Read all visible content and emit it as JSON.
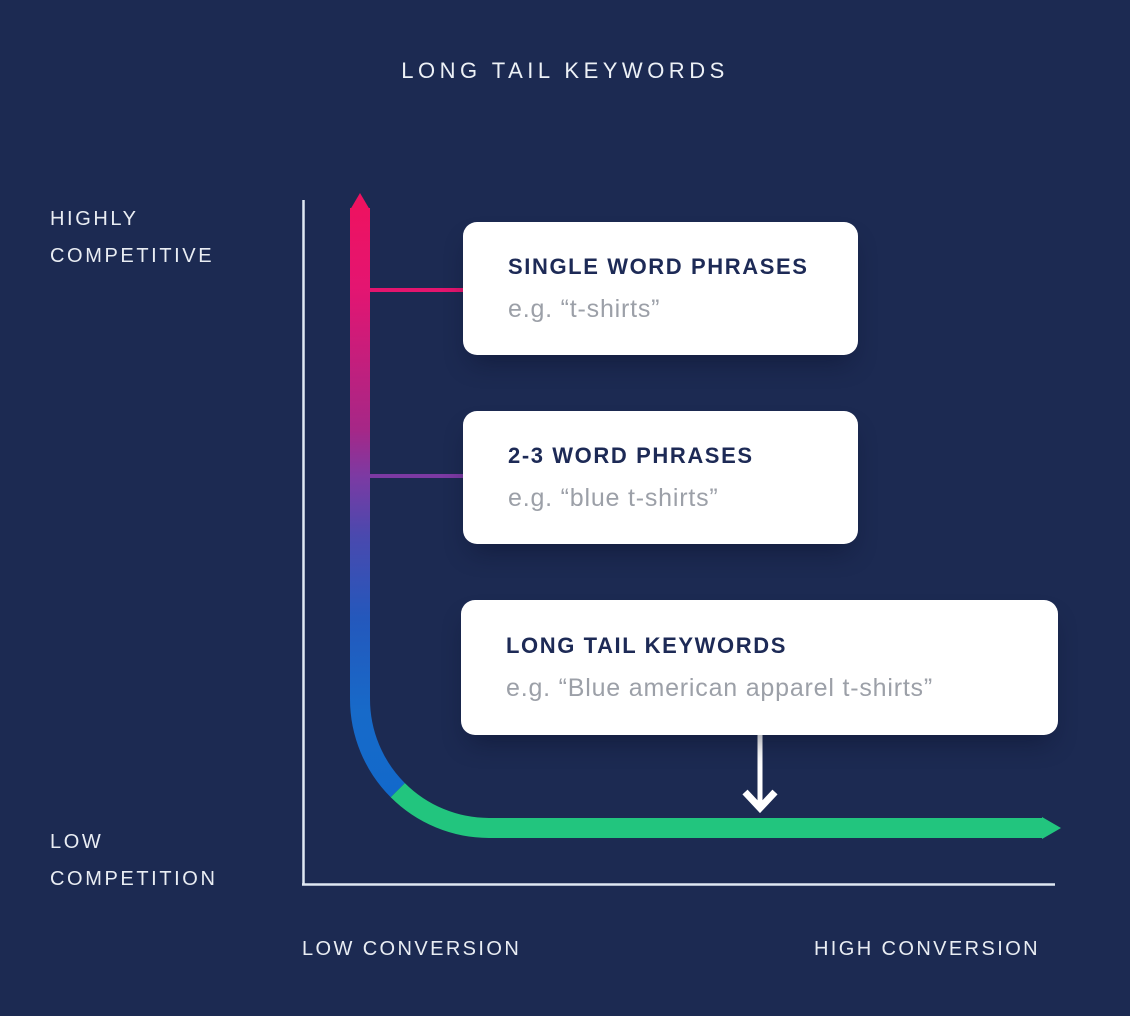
{
  "title": "LONG TAIL KEYWORDS",
  "labels": {
    "y_top_line1": "HIGHLY",
    "y_top_line2": "COMPETITIVE",
    "y_bottom_line1": "LOW",
    "y_bottom_line2": "COMPETITION",
    "x_left": "LOW CONVERSION",
    "x_right": "HIGH CONVERSION"
  },
  "cards": [
    {
      "title": "SINGLE WORD PHRASES",
      "example": "e.g. “t-shirts”"
    },
    {
      "title": "2-3 WORD PHRASES",
      "example": "e.g. “blue t-shirts”"
    },
    {
      "title": "LONG TAIL KEYWORDS",
      "example": "e.g. “Blue american apparel t-shirts”"
    }
  ],
  "colors": {
    "background": "#1C2A52",
    "axis": "#DFE8F2",
    "pink": "#EE1260",
    "connector_1": "#E4156E",
    "connector_2": "#7C3AA3",
    "green": "#22C57E",
    "white_arrow": "#FFFFFF",
    "card_bg": "#FFFFFF",
    "card_title": "#1D2A56",
    "card_example": "#9CA0A8",
    "gradient_stops": [
      "#EE1260",
      "#E41571",
      "#A62787",
      "#7C3AA3",
      "#4A49AE",
      "#2458BC",
      "#176AC9",
      "#1269CB"
    ]
  }
}
